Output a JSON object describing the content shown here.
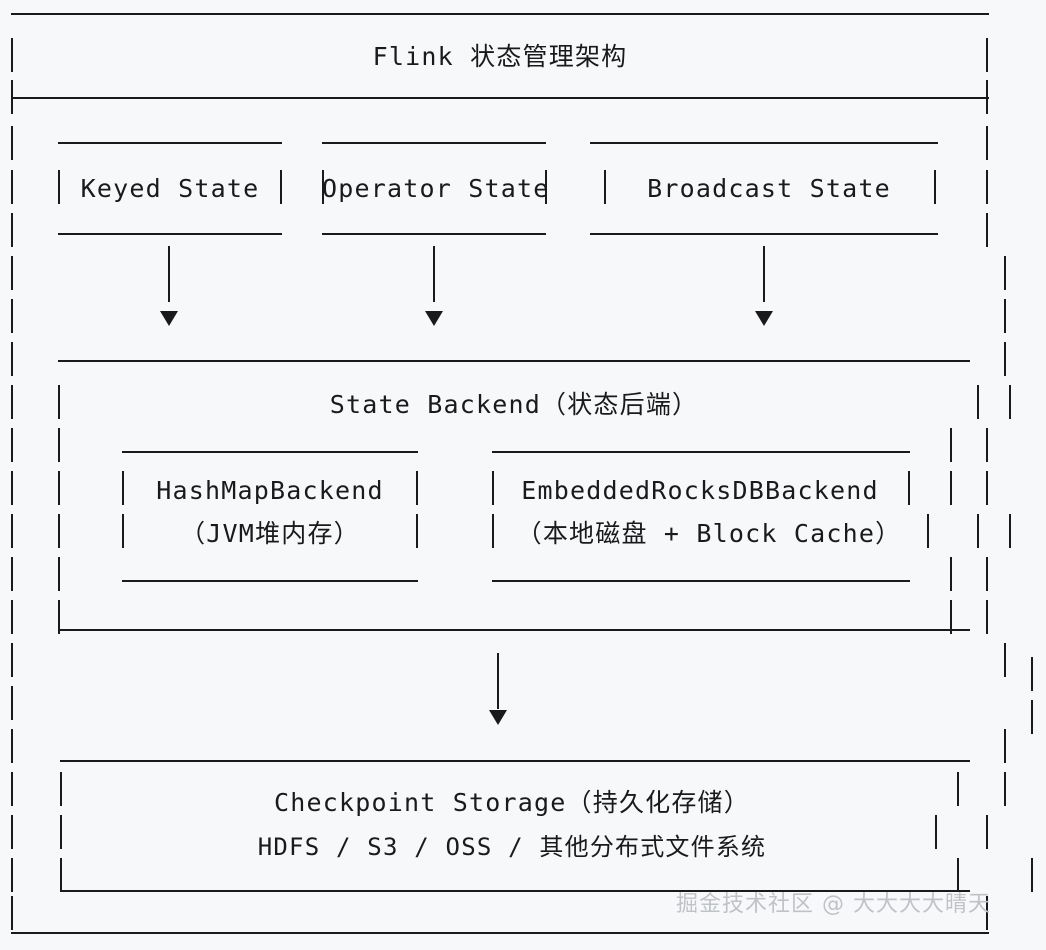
{
  "diagram": {
    "title": "Flink 状态管理架构",
    "type": "ascii-box-architecture",
    "background_color": "#f7f8fa",
    "stroke_color": "#1a1a1c",
    "levels": [
      {
        "name": "state-types",
        "boxes": [
          {
            "label": "Keyed State"
          },
          {
            "label": "Operator State"
          },
          {
            "label": "Broadcast State"
          }
        ]
      },
      {
        "name": "state-backend",
        "boxes": [
          {
            "label": "State Backend（状态后端）",
            "children": [
              {
                "line1": "HashMapBackend",
                "line2": "（JVM堆内存）"
              },
              {
                "line1": "EmbeddedRocksDBBackend",
                "line2": "（本地磁盘 + Block Cache）"
              }
            ]
          }
        ]
      },
      {
        "name": "checkpoint-storage",
        "boxes": [
          {
            "line1": "Checkpoint Storage（持久化存储）",
            "line2": "HDFS / S3 / OSS / 其他分布式文件系统"
          }
        ]
      }
    ],
    "arrows": [
      {
        "from": "Keyed State",
        "to": "State Backend",
        "glyph": "▼"
      },
      {
        "from": "Operator State",
        "to": "State Backend",
        "glyph": "▼"
      },
      {
        "from": "Broadcast State",
        "to": "State Backend",
        "glyph": "▼"
      },
      {
        "from": "State Backend",
        "to": "Checkpoint Storage",
        "glyph": "▼"
      }
    ]
  },
  "watermark": {
    "text": "掘金技术社区 @ 大大大大晴天"
  }
}
